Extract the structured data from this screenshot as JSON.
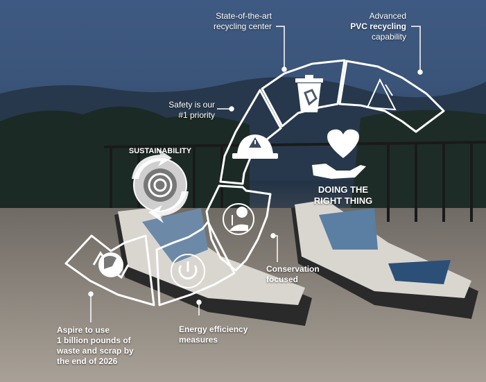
{
  "labels": {
    "recycling_center": [
      "State-of-the-art",
      "recycling center"
    ],
    "pvc": {
      "line1": "Advanced",
      "line2_bold": "PVC recycling",
      "line3": "capability"
    },
    "safety": [
      "Safety is our",
      "#1 priority"
    ],
    "sustainability": "SUSTAINABILITY",
    "doing_right": [
      "DOING THE",
      "RIGHT THING"
    ],
    "conservation": [
      "Conservation",
      "focused"
    ],
    "energy": [
      "Energy efficiency",
      "measures"
    ],
    "aspire": [
      "Aspire to use",
      "1 billion pounds of",
      "waste and scrap by",
      "the end of 2026"
    ]
  },
  "icons": [
    "trash-recycle-icon",
    "triangle-recycle-icon",
    "hardhat-warning-icon",
    "heart-hand-icon",
    "sustainability-cycle-icon",
    "tree-landscape-icon",
    "power-icon",
    "recycle-globe-icon"
  ],
  "colors": {
    "ring": "#ffffff",
    "sky": "#3f5a82",
    "deck": "#a39b92"
  }
}
